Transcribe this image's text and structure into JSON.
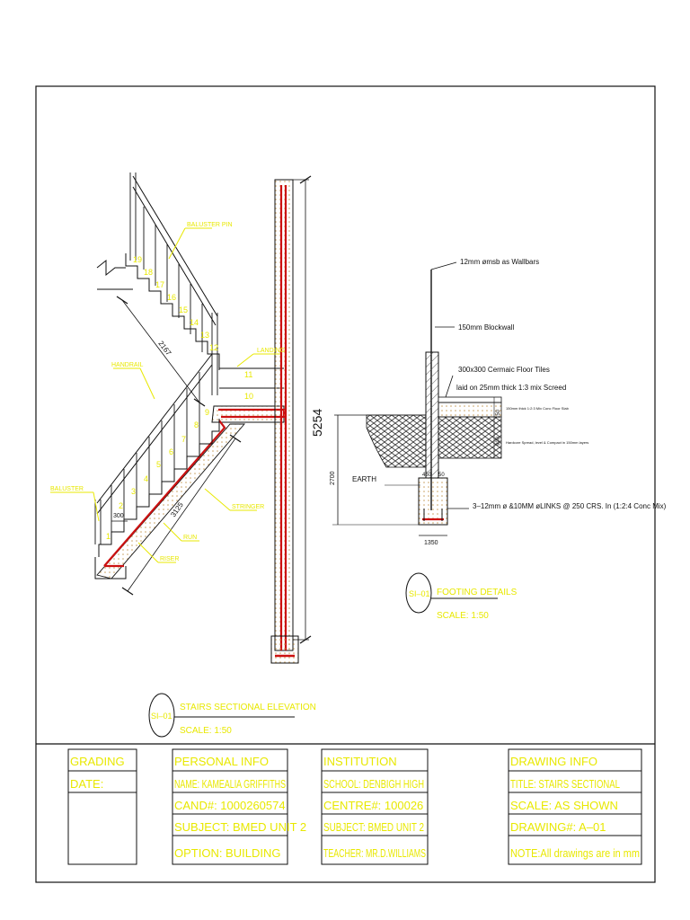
{
  "colors": {
    "yellow": "#e8e800",
    "red": "#cc1111",
    "black": "#111111",
    "hatch": "#555555",
    "fill": "#f2e0c0"
  },
  "stair": {
    "labels": {
      "baluster_pin": "BALUSTER PIN",
      "landing": "LANDING",
      "handrail": "HANDRAIL",
      "baluster": "BALUSTER",
      "stringer": "STRINGER",
      "run": "RUN",
      "riser": "RISER"
    },
    "dims": {
      "upper_flight": "2167",
      "lower_flight": "3125",
      "tread": "300",
      "height": "5254"
    },
    "steps_upper": [
      "19",
      "18",
      "17",
      "16",
      "15",
      "14",
      "13",
      "12"
    ],
    "steps_landing": [
      "11",
      "10"
    ],
    "steps_lower": [
      "9",
      "8",
      "7",
      "6",
      "5",
      "4",
      "3",
      "2",
      "1"
    ]
  },
  "footing": {
    "notes": {
      "wallbars": "12mm ømsb as Wallbars",
      "blockwall": "150mm Blockwall",
      "tiles_1": "300x300 Cermaic Floor Tiles",
      "tiles_2": "laid on 25mm thick 1:3 mix Screed",
      "slab": "150mm thick 1:2:3 Mix Conc Floor Slab",
      "hardcore": "Hardcore Spread, level & Compact in 150mm layers",
      "bars": "3–12mm ø &10MM øLINKS @ 250 CRS. In (1:2:4 Conc Mix)",
      "earth": "EARTH"
    },
    "dims": {
      "d150": "150",
      "d900": "900",
      "d2700": "2700",
      "d450": "450",
      "d50": "50",
      "d1350": "1350"
    }
  },
  "titles": {
    "footing": {
      "tag": "SI–01",
      "title": "FOOTING DETAILS",
      "scale": "SCALE: 1:50"
    },
    "stairs": {
      "tag": "SI–01",
      "title": "STAIRS SECTIONAL ELEVATION",
      "scale": "SCALE: 1:50"
    }
  },
  "titleblock": {
    "grading": {
      "g1": "GRADING",
      "g2": "DATE:"
    },
    "personal": [
      "PERSONAL INFO",
      "NAME: KAMEALIA GRIFFITHS",
      "CAND#: 1000260574",
      "SUBJECT: BMED UNIT 2",
      "OPTION: BUILDING"
    ],
    "institution": [
      "INSTITUTION",
      "SCHOOL: DENBIGH HIGH",
      "CENTRE#: 100026",
      "SUBJECT: BMED UNIT 2",
      "TEACHER: MR.D.WILLIAMS"
    ],
    "drawing": [
      "DRAWING INFO",
      "TITLE: STAIRS SECTIONAL",
      "SCALE: AS SHOWN",
      "DRAWING#: A–01",
      "NOTE:All drawings are in mm"
    ]
  }
}
